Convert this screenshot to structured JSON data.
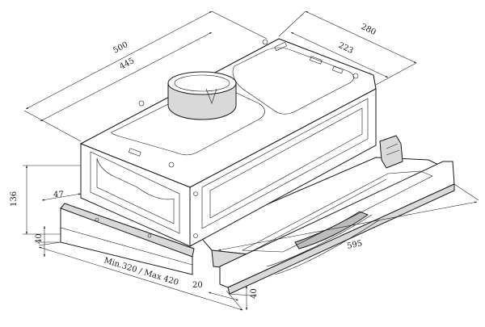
{
  "dimensions": {
    "depth_total": "500",
    "depth_body": "445",
    "width_top": "280",
    "width_inner": "223",
    "height_total": "136",
    "height_offset": "47",
    "front_height_left": "40",
    "front_height_right": "40",
    "width_front": "595",
    "width_range": "Min.320 / Max 420",
    "front_depth": "20"
  }
}
